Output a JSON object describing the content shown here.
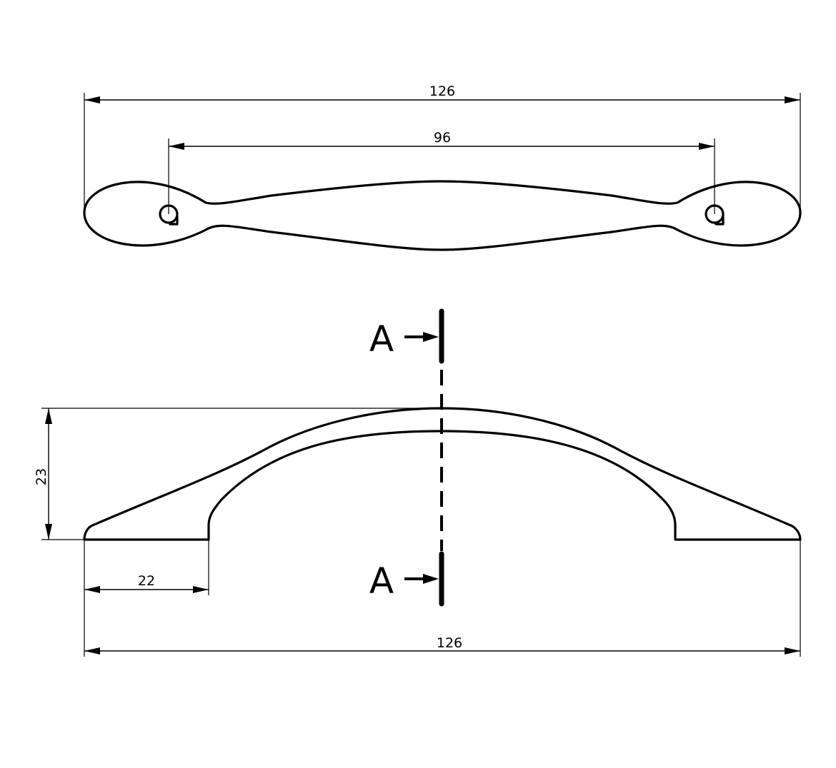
{
  "top_view": {
    "overall_length": "126",
    "hole_spacing": "96"
  },
  "side_view": {
    "height": "23",
    "foot_length": "22",
    "overall_length": "126"
  },
  "section": {
    "top_label": "A",
    "bottom_label": "A"
  }
}
